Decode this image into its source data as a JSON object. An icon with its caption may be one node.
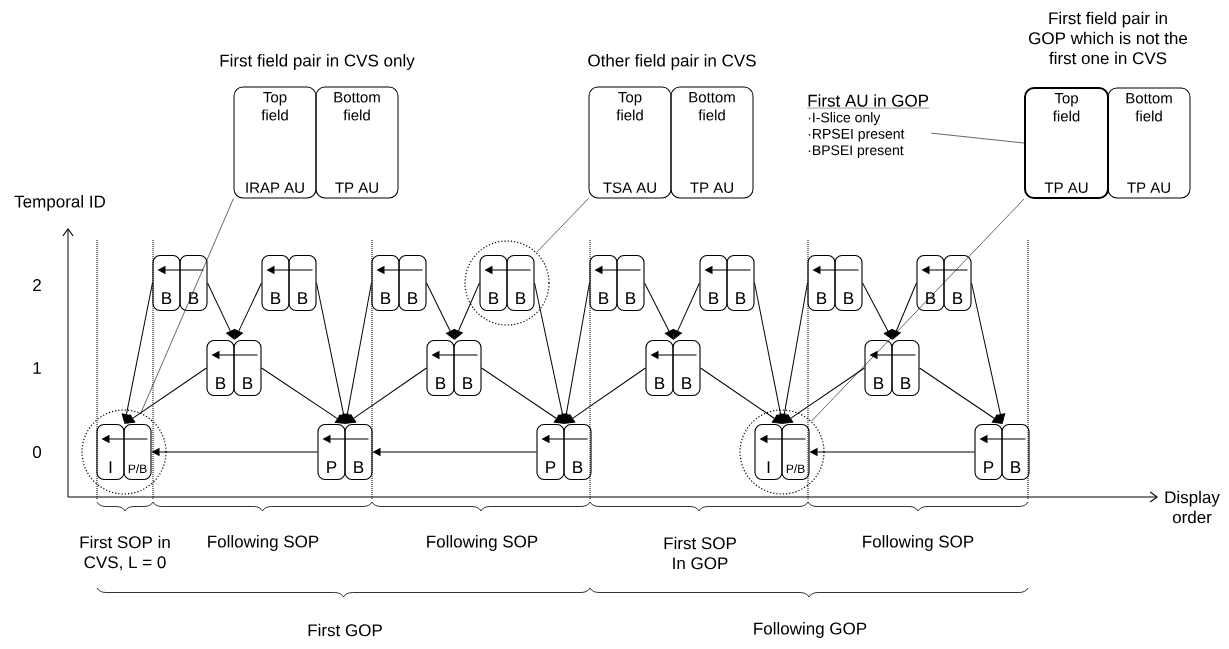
{
  "diagram": {
    "nodes": [
      {
        "text": [
          "Top field",
          "IRAP AU"
        ]
      },
      {
        "text": [
          "Bottom field",
          "TP AU"
        ]
      },
      {
        "text": [
          "Top field",
          "TSA AU"
        ]
      },
      {
        "text": [
          "Bottom field",
          "TP AU"
        ]
      },
      {
        "text": [
          "First AU in GOP",
          "·I-Slice only",
          "·RPSEI present",
          "·BPSEI present"
        ]
      },
      {
        "text": [
          "Top field",
          "TP AU"
        ]
      },
      {
        "text": [
          "Bottom field",
          "TP AU"
        ]
      },
      {
        "text": [],
        "shape": "circle"
      },
      {
        "text": [],
        "shape": "circle"
      },
      {
        "text": [],
        "shape": "circle"
      },
      {
        "text": [
          "B"
        ]
      },
      {
        "text": [
          "B"
        ]
      },
      {
        "text": [
          "B"
        ]
      },
      {
        "text": [
          "B"
        ]
      },
      {
        "text": [
          "B"
        ]
      },
      {
        "text": [
          "B"
        ]
      },
      {
        "text": [
          "B"
        ],
        "in": 7
      },
      {
        "text": [
          "B"
        ],
        "in": 7
      },
      {
        "text": [
          "B"
        ]
      },
      {
        "text": [
          "B"
        ]
      },
      {
        "text": [
          "B"
        ]
      },
      {
        "text": [
          "B"
        ]
      },
      {
        "text": [
          "B"
        ]
      },
      {
        "text": [
          "B"
        ]
      },
      {
        "text": [
          "B"
        ]
      },
      {
        "text": [
          "B"
        ]
      },
      {
        "text": [
          "B"
        ]
      },
      {
        "text": [
          "B"
        ]
      },
      {
        "text": [
          "B"
        ]
      },
      {
        "text": [
          "B"
        ]
      },
      {
        "text": [
          "B"
        ]
      },
      {
        "text": [
          "B"
        ]
      },
      {
        "text": [
          "B"
        ]
      },
      {
        "text": [
          "B"
        ]
      },
      {
        "text": [
          "I"
        ],
        "in": 8
      },
      {
        "text": [
          "P/B"
        ],
        "in": 8
      },
      {
        "text": [
          "P"
        ]
      },
      {
        "text": [
          "B"
        ]
      },
      {
        "text": [
          "P"
        ]
      },
      {
        "text": [
          "B"
        ]
      },
      {
        "text": [
          "I"
        ],
        "in": 9
      },
      {
        "text": [
          "P/B"
        ],
        "in": 9
      },
      {
        "text": [
          "P"
        ]
      },
      {
        "text": [
          "B"
        ]
      }
    ],
    "edges": [
      {
        "from": 11,
        "to": 10,
        "arrow": "to"
      },
      {
        "from": 13,
        "to": 12,
        "arrow": "to"
      },
      {
        "from": 15,
        "to": 14,
        "arrow": "to"
      },
      {
        "from": 17,
        "to": 16,
        "arrow": "to"
      },
      {
        "from": 19,
        "to": 18,
        "arrow": "to"
      },
      {
        "from": 21,
        "to": 20,
        "arrow": "to"
      },
      {
        "from": 23,
        "to": 22,
        "arrow": "to"
      },
      {
        "from": 25,
        "to": 24,
        "arrow": "to"
      },
      {
        "from": 27,
        "to": 26,
        "arrow": "to"
      },
      {
        "from": 29,
        "to": 28,
        "arrow": "to"
      },
      {
        "from": 31,
        "to": 30,
        "arrow": "to"
      },
      {
        "from": 33,
        "to": 32,
        "arrow": "to"
      },
      {
        "from": 35,
        "to": 34,
        "arrow": "to"
      },
      {
        "from": 37,
        "to": 36,
        "arrow": "to"
      },
      {
        "from": 39,
        "to": 38,
        "arrow": "to"
      },
      {
        "from": 41,
        "to": 40,
        "arrow": "to"
      },
      {
        "from": 43,
        "to": 42,
        "arrow": "to"
      },
      {
        "from": 10,
        "to": 34,
        "arrow": "to"
      },
      {
        "from": 11,
        "to": 26,
        "arrow": "to"
      },
      {
        "from": 12,
        "to": 26,
        "arrow": "to"
      },
      {
        "from": 13,
        "to": 36,
        "arrow": "to"
      },
      {
        "from": 26,
        "to": 34,
        "arrow": "to"
      },
      {
        "from": 27,
        "to": 36,
        "arrow": "to"
      },
      {
        "from": 14,
        "to": 36,
        "arrow": "to"
      },
      {
        "from": 28,
        "to": 36,
        "arrow": "to"
      },
      {
        "from": 15,
        "to": 28,
        "arrow": "to"
      },
      {
        "from": 16,
        "to": 28,
        "arrow": "to"
      },
      {
        "from": 29,
        "to": 38,
        "arrow": "to"
      },
      {
        "from": 17,
        "to": 38,
        "arrow": "to"
      },
      {
        "from": 18,
        "to": 38,
        "arrow": "to"
      },
      {
        "from": 30,
        "to": 38,
        "arrow": "to"
      },
      {
        "from": 19,
        "to": 30,
        "arrow": "to"
      },
      {
        "from": 20,
        "to": 30,
        "arrow": "to"
      },
      {
        "from": 31,
        "to": 40,
        "arrow": "to"
      },
      {
        "from": 21,
        "to": 40,
        "arrow": "to"
      },
      {
        "from": 22,
        "to": 40,
        "arrow": "to"
      },
      {
        "from": 32,
        "to": 40,
        "arrow": "to"
      },
      {
        "from": 23,
        "to": 32,
        "arrow": "to"
      },
      {
        "from": 24,
        "to": 32,
        "arrow": "to"
      },
      {
        "from": 33,
        "to": 42,
        "arrow": "to"
      },
      {
        "from": 25,
        "to": 42,
        "arrow": "to"
      },
      {
        "from": 36,
        "to": 35,
        "arrow": "to"
      },
      {
        "from": 38,
        "to": 37,
        "arrow": "to"
      },
      {
        "from": 42,
        "to": 41,
        "arrow": "to"
      },
      {
        "from": 0,
        "to": 8,
        "arrow": "none"
      },
      {
        "from": 2,
        "to": 7,
        "arrow": "none"
      },
      {
        "from": 5,
        "to": 9,
        "arrow": "none"
      },
      {
        "from": 4,
        "to": 5,
        "arrow": "none"
      }
    ],
    "labels": [
      "First field pair in CVS only",
      "Other field pair in CVS",
      "First field pair in GOP which is not the first one in CVS",
      "Temporal ID",
      "2",
      "1",
      "0",
      "Display order",
      "First SOP in CVS, L = 0",
      "Following SOP",
      "Following SOP",
      "First SOP In GOP",
      "Following SOP",
      "First GOP",
      "Following GOP"
    ]
  }
}
